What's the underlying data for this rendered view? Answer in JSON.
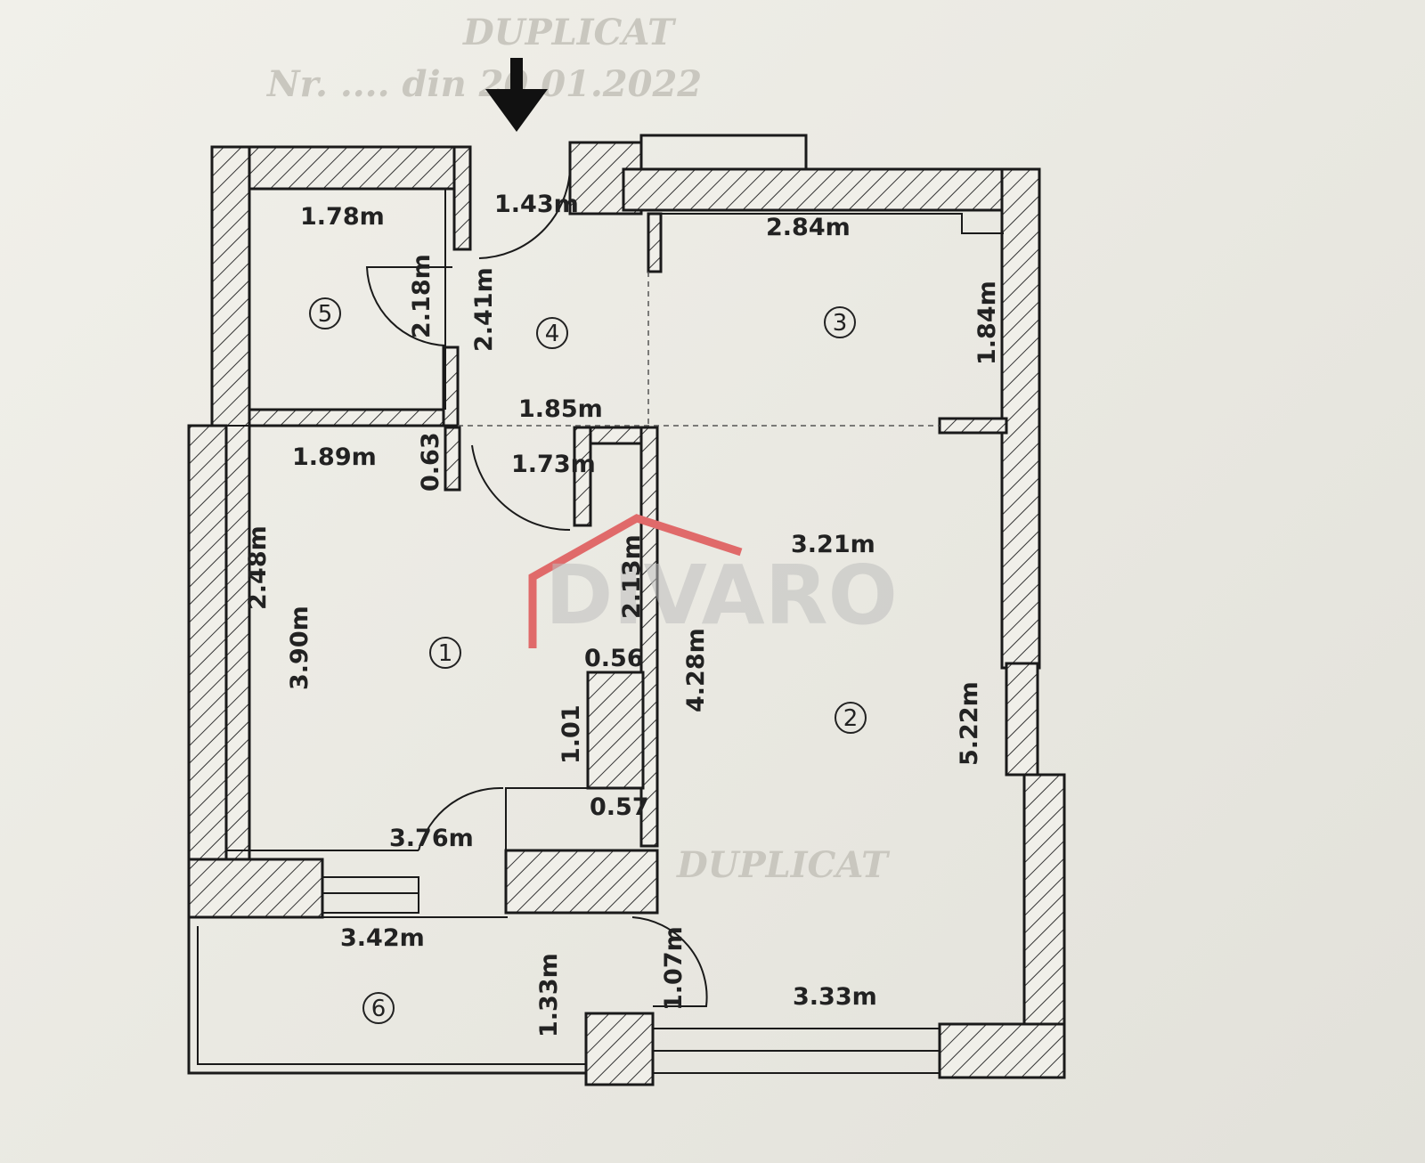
{
  "background_text": {
    "header_line1": "DUPLICAT",
    "header_line2": "Nr. ....  din  20.01.2022",
    "footer_stamp": "DUPLICAT"
  },
  "watermark": {
    "brand": "DIVARO",
    "colors": {
      "roof": "#e06a6a",
      "text": "#bdbdbd"
    }
  },
  "rooms": [
    {
      "id": "room-1",
      "number": "1"
    },
    {
      "id": "room-2",
      "number": "2"
    },
    {
      "id": "room-3",
      "number": "3"
    },
    {
      "id": "room-4",
      "number": "4"
    },
    {
      "id": "room-5",
      "number": "5"
    },
    {
      "id": "room-6",
      "number": "6"
    }
  ],
  "dimensions": {
    "d_1_43": "1.43m",
    "d_1_78": "1.78m",
    "d_2_84": "2.84m",
    "d_2_18": "2.18m",
    "d_2_41": "2.41m",
    "d_1_84": "1.84m",
    "d_1_85": "1.85m",
    "d_1_89": "1.89m",
    "d_0_63": "0.63",
    "d_1_73": "1.73m",
    "d_3_21": "3.21m",
    "d_2_48": "2.48m",
    "d_3_90": "3.90m",
    "d_2_13": "2.13m",
    "d_0_56": "0.56",
    "d_4_28": "4.28m",
    "d_1_01": "1.01",
    "d_5_22": "5.22m",
    "d_0_57": "0.57",
    "d_3_76": "3.76m",
    "d_3_42": "3.42m",
    "d_1_33": "1.33m",
    "d_1_07": "1.07m",
    "d_3_33": "3.33m"
  },
  "icons": {
    "entrance": "entrance-arrow-icon"
  }
}
